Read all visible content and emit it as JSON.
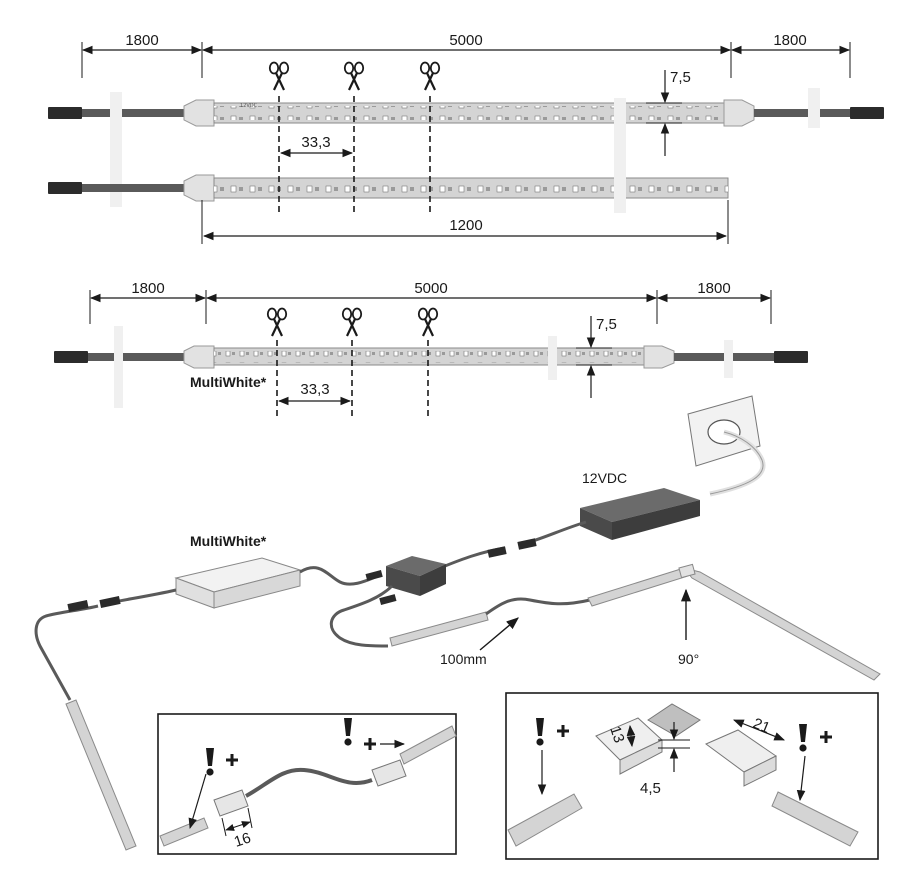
{
  "colors": {
    "ink": "#1a1a1a",
    "strip_fill": "#d4d4d4",
    "strip_stroke": "#8a8a8a",
    "led": "#ffffff",
    "chip": "#9a9a9a",
    "cable": "#5a5a5a",
    "plug": "#2b2b2b",
    "connector": "#e2e2e2",
    "sleeve": "#f0f0f0",
    "driver": "#4a4a4a",
    "driver_top": "#6b6b6b"
  },
  "icons": [
    "scissors-icon",
    "warning-exclamation-icon",
    "plus-icon",
    "dimension-arrow-icon"
  ],
  "top_assembly": {
    "cable_left_length": "1800",
    "strip_length": "5000",
    "cable_right_length": "1800",
    "strip_height": "7,5",
    "cut_interval": "33,3",
    "short_strip_length": "1200"
  },
  "middle_assembly": {
    "cable_left_length": "1800",
    "strip_length": "5000",
    "cable_right_length": "1800",
    "strip_height": "7,5",
    "cut_interval": "33,3",
    "variant_label": "MultiWhite*"
  },
  "installation": {
    "driver_label": "12VDC",
    "controller_label": "MultiWhite*",
    "corner_gap_label": "100mm",
    "corner_angle_label": "90°"
  },
  "detail_left": {
    "connector_offset": "16"
  },
  "detail_right": {
    "connector_width": "21",
    "connector_height": "13",
    "gap": "4,5"
  },
  "strip_marking": "12VDC"
}
